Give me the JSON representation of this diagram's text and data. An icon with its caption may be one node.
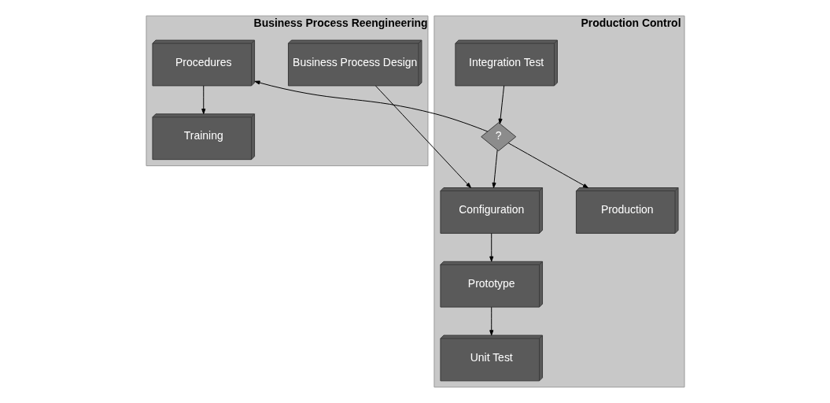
{
  "diagram": {
    "nodes": [
      {
        "text": [
          "Business Process Reengineering"
        ]
      },
      {
        "text": [
          "Business Process Design"
        ],
        "in": 0
      },
      {
        "text": [
          "Procedures"
        ],
        "in": 0
      },
      {
        "text": [
          "Training"
        ],
        "in": 0
      },
      {
        "text": [
          "Production Control"
        ]
      },
      {
        "text": [
          "Configuration"
        ],
        "in": 4
      },
      {
        "text": [
          "?"
        ],
        "in": 4
      },
      {
        "text": [
          "Integration Test"
        ],
        "in": 4
      },
      {
        "text": [
          "Prototype"
        ],
        "in": 4
      },
      {
        "text": [
          "Unit Test"
        ],
        "in": 4
      },
      {
        "text": [
          "Production"
        ],
        "in": 4
      }
    ],
    "edges": [
      {
        "from": 1,
        "to": 5,
        "arrow": "to"
      },
      {
        "from": 2,
        "to": 3,
        "arrow": "to"
      },
      {
        "from": 6,
        "to": 2,
        "arrow": "to"
      },
      {
        "from": 6,
        "to": 5,
        "arrow": "to"
      },
      {
        "from": 6,
        "to": 10,
        "arrow": "to"
      },
      {
        "from": 7,
        "to": 6,
        "arrow": "to"
      },
      {
        "from": 5,
        "to": 8,
        "arrow": "to"
      },
      {
        "from": 8,
        "to": 9,
        "arrow": "to"
      }
    ]
  }
}
